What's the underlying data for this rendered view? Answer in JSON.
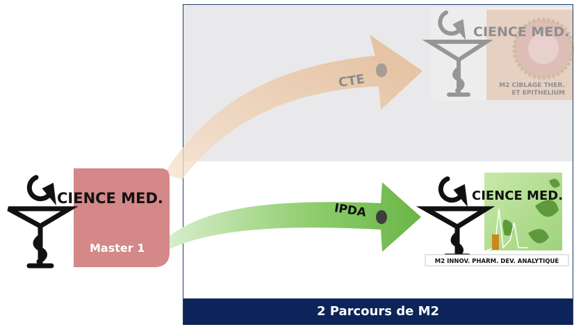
{
  "brand": {
    "letters": "CIENCE MED."
  },
  "master": {
    "label": "Master 1"
  },
  "tracks": [
    {
      "code": "CTE",
      "subtitle_line1": "M2 CIBLAGE THER.",
      "subtitle_line2": "ET EPITHELIUM"
    },
    {
      "code": "IPDA",
      "subtitle_line1": "M2 INNOV. PHARM. DEV. ANALYTIQUE"
    }
  ],
  "footer": {
    "label": "2 Parcours de M2"
  },
  "colors": {
    "navy": "#0c2459",
    "master_pink": "#d48888",
    "cte_orange": "#efc9a3",
    "ipda_green": "#7fc25c",
    "gray_zone": "#e9e9eb"
  }
}
